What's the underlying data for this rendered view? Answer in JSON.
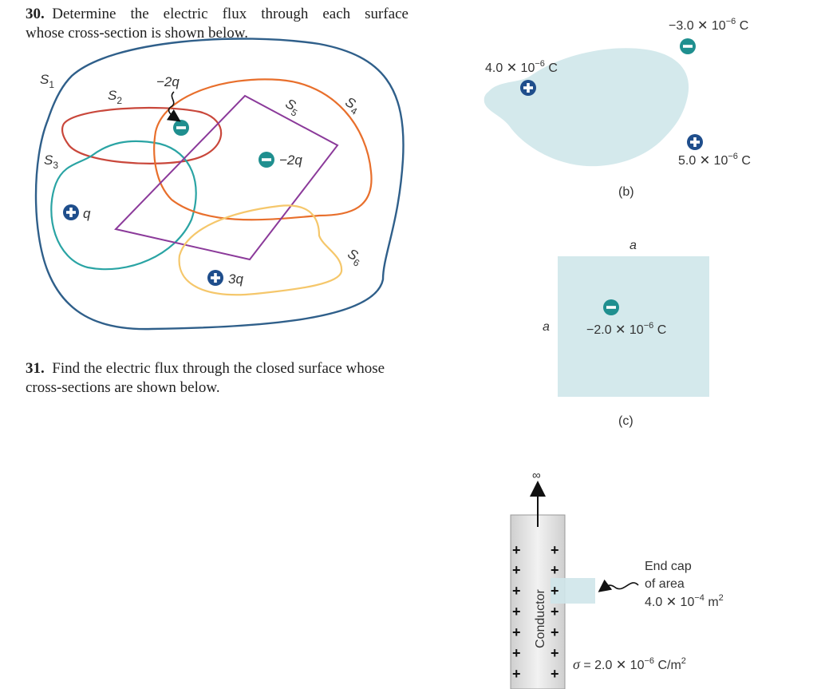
{
  "problem30": {
    "number": "30.",
    "text_line1": "Determine the electric flux through each surface",
    "text_line2": "whose cross-section is shown below."
  },
  "problem31": {
    "number": "31.",
    "text_line1": "Find the electric flux through the closed surface whose",
    "text_line2": "cross-sections are shown below."
  },
  "fig30": {
    "surfaces": [
      "S1",
      "S2",
      "S3",
      "S4",
      "S5",
      "S6"
    ],
    "charges": [
      {
        "sign": "-",
        "label": "−2q"
      },
      {
        "sign": "-",
        "label": "−2q"
      },
      {
        "sign": "+",
        "label": "q"
      },
      {
        "sign": "+",
        "label": "3q"
      }
    ]
  },
  "fig_b": {
    "caption": "(b)",
    "charge_pos_left": "4.0 ✕ 10",
    "charge_pos_left_exp": "−6",
    "charge_neg_top": "−3.0 ✕ 10",
    "charge_neg_top_exp": "−6",
    "charge_pos_right": "5.0 ✕  10",
    "charge_pos_right_exp": "−6",
    "unit": "C"
  },
  "fig_c": {
    "caption": "(c)",
    "side_label": "a",
    "charge": "−2.0 ✕ 10",
    "charge_exp": "−6",
    "unit": "C"
  },
  "fig_d": {
    "infinity": "∞",
    "conductor_label": "Conductor",
    "endcap_line1": "End cap",
    "endcap_line2": "of area",
    "endcap_line3": "4.0 ✕ 10",
    "endcap_exp": "−4",
    "endcap_unit": " m",
    "endcap_unit_exp": "2",
    "sigma": "σ",
    "sigma_value": " = 2.0 ✕ 10",
    "sigma_exp": "−6",
    "sigma_unit": " C/m",
    "sigma_unit_exp": "2"
  }
}
